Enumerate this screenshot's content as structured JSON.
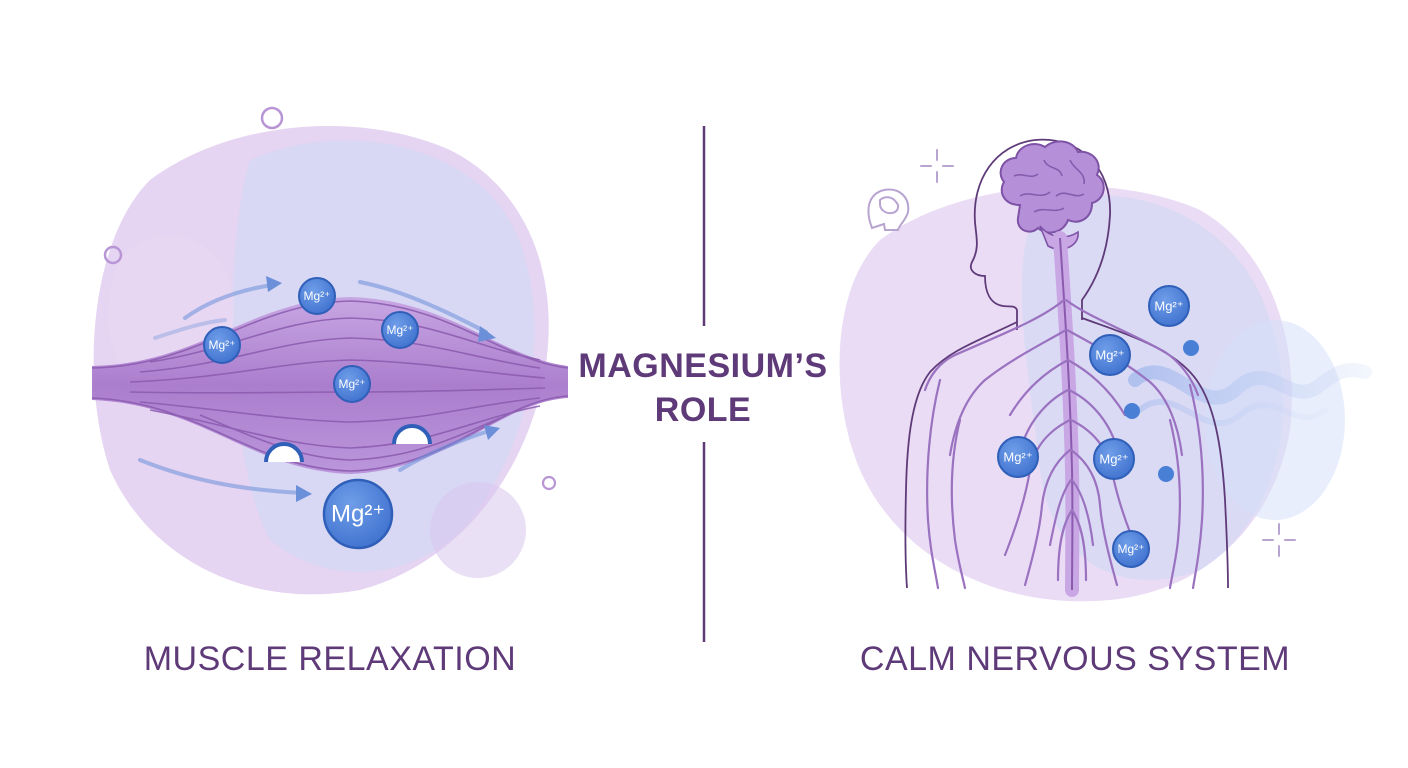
{
  "title": {
    "line1": "MAGNESIUM’S",
    "line2": "ROLE"
  },
  "left_panel": {
    "caption": "MUSCLE RELAXATION"
  },
  "right_panel": {
    "caption": "CALM NERVOUS SYSTEM"
  },
  "ion_label": "Mg²⁺",
  "colors": {
    "text": "#5e3a78",
    "ion_fill": "#4a7fd6",
    "ion_stroke": "#2f5fb8",
    "muscle": "#a779c9",
    "muscle_line": "#8a5aae",
    "nerve": "#a07ac4",
    "arrow": "#6b8fd8",
    "divider": "#5e3a78",
    "blob_purple": "#dcc5ee",
    "blob_blue": "#cfd9f5"
  },
  "icons": [
    "head-brain-outline-icon",
    "sparkle-plus-icon",
    "ring-circle-icon"
  ]
}
